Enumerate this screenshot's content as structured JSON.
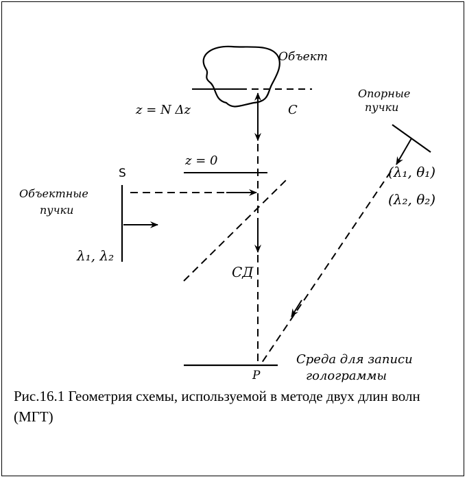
{
  "diagram": {
    "labels": {
      "object": "Объект",
      "plane_n": "z = N Δz",
      "point_c": "C",
      "reference_beams_1": "Опорные",
      "reference_beams_2": "пучки",
      "plane_zero": "z = 0",
      "source_s": "S",
      "object_beams_1": "Объектные",
      "object_beams_2": "пучки",
      "wavelengths": "λ₁, λ₂",
      "ref_params_1": "(λ₁, θ₁)",
      "ref_params_2": "(λ₂, θ₂)",
      "beam_splitter": "СД",
      "recording_medium_1": "Среда для записи",
      "recording_medium_2": "голограммы",
      "point_p": "P"
    }
  },
  "caption": {
    "text": "Рис.16.1 Геометрия схемы, используемой в методе двух длин волн (МГТ)"
  }
}
